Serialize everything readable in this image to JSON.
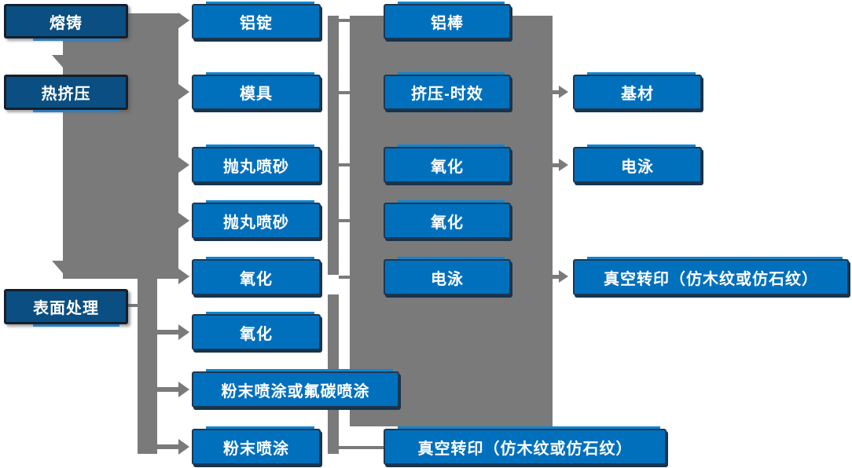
{
  "colors": {
    "box_blue": "#0070BD",
    "box_dark_blue": "#0B4E81",
    "box_border": "#1d3850",
    "accent_light_blue": "#0D86D2",
    "connector_gray": "#7A7A7A",
    "text_white": "#ffffff"
  },
  "flow": {
    "stage1": [
      "熔铸",
      "热挤压",
      "表面处理"
    ],
    "stage2": [
      "铝锭",
      "模具",
      "抛丸喷砂",
      "抛丸喷砂",
      "氧化",
      "氧化",
      "粉末喷涂或氟碳喷涂",
      "粉末喷涂"
    ],
    "stage3": [
      "铝棒",
      "挤压-时效",
      "氧化",
      "氧化",
      "电泳",
      "真空转印（仿木纹或仿石纹）"
    ],
    "stage4": [
      "基材",
      "电泳",
      "真空转印（仿木纹或仿石纹）"
    ]
  }
}
